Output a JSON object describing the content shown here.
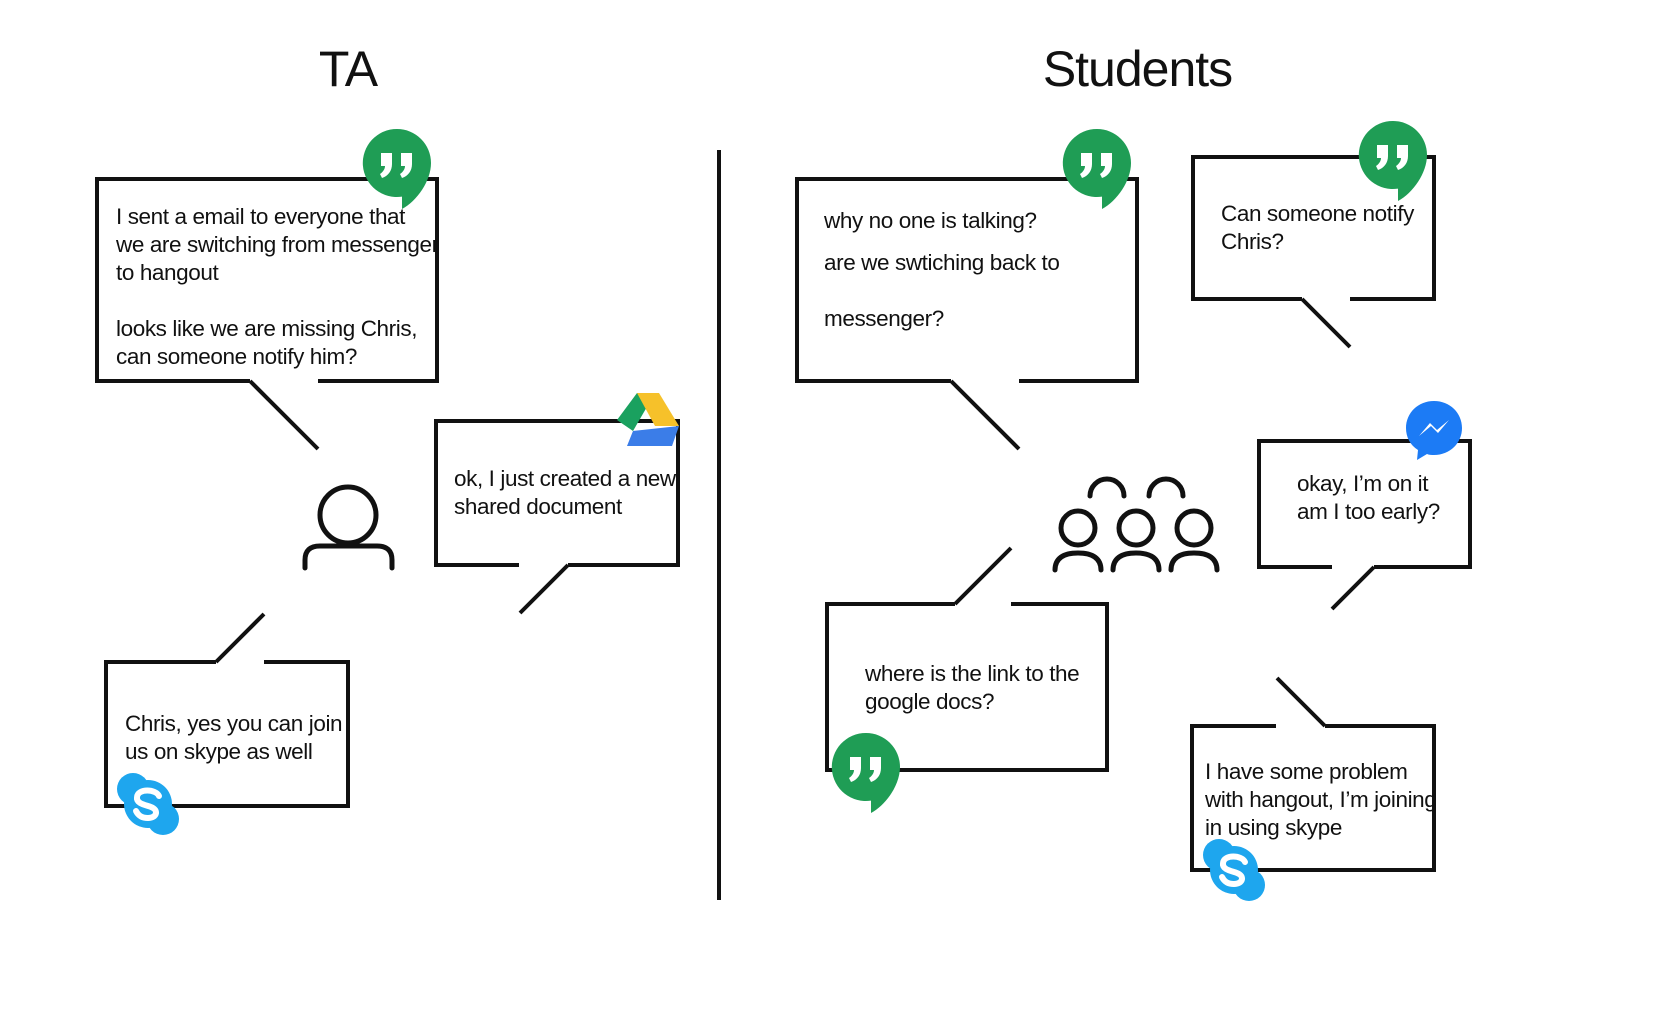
{
  "headings": {
    "ta": "TA",
    "students": "Students"
  },
  "colors": {
    "hangouts": "#1f9d55",
    "skype": "#1ea6ee",
    "messenger": "#1c7bf5",
    "drive_green": "#1aa15f",
    "drive_yellow": "#f6c12a",
    "drive_blue": "#3b7de8",
    "ink": "#111111"
  },
  "icons": {
    "ta_person": "person-icon",
    "students_group": "group-icon",
    "hangouts": "hangouts-icon",
    "skype": "skype-icon",
    "messenger": "messenger-icon",
    "drive": "google-drive-icon"
  },
  "ta": {
    "bubble_email": {
      "lines": [
        "I sent a email to everyone that",
        "we are switching from messenger",
        "to hangout"
      ],
      "lines2": [
        "looks like we are missing Chris,",
        "can someone notify him?"
      ],
      "app": "hangouts"
    },
    "bubble_doc": {
      "lines": [
        "ok, I just created a new",
        "shared document"
      ],
      "app": "drive"
    },
    "bubble_skype": {
      "lines": [
        "Chris, yes you can join",
        "us on skype as well"
      ],
      "app": "skype"
    }
  },
  "students": {
    "bubble_talking": {
      "lines": [
        "why no one is talking?",
        "are we swtiching back to",
        "messenger?"
      ],
      "app": "hangouts"
    },
    "bubble_notify": {
      "lines": [
        "Can someone notify",
        "Chris?"
      ],
      "app": "hangouts"
    },
    "bubble_early": {
      "lines": [
        "okay, I’m on it",
        "am I too early?"
      ],
      "app": "messenger"
    },
    "bubble_link": {
      "lines": [
        "where is the link to the",
        "google docs?"
      ],
      "app": "hangouts"
    },
    "bubble_problem": {
      "lines": [
        "I have some problem",
        "with hangout, I’m joining",
        "in using skype"
      ],
      "app": "skype"
    }
  }
}
